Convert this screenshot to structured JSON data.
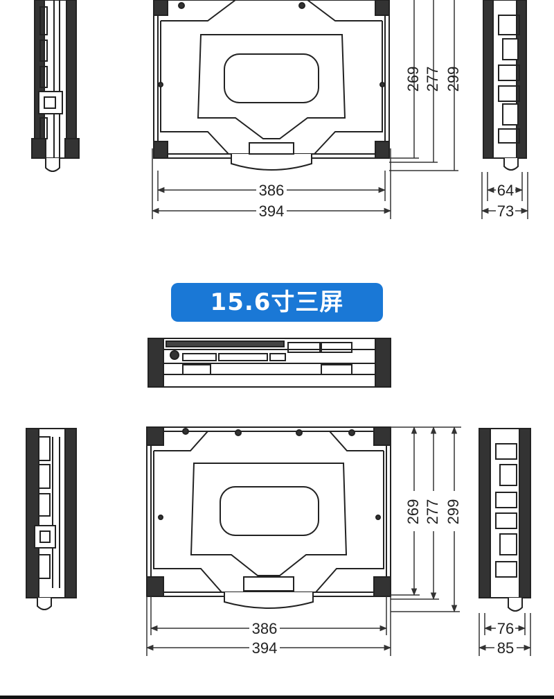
{
  "section_title": "15.6寸三屏",
  "top_drawing": {
    "height_dims": [
      "269",
      "277",
      "299"
    ],
    "width_dims": [
      "386",
      "394"
    ],
    "depth_dims": [
      "64",
      "73"
    ]
  },
  "bottom_drawing": {
    "height_dims": [
      "269",
      "277",
      "299"
    ],
    "width_dims": [
      "386",
      "394"
    ],
    "depth_dims": [
      "76",
      "85"
    ]
  }
}
